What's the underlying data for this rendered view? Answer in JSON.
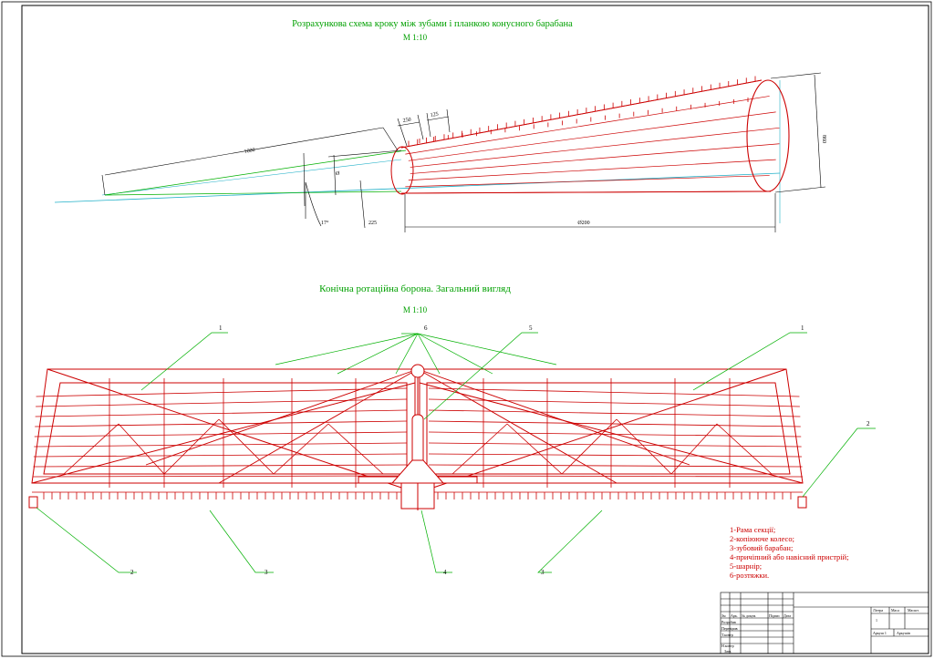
{
  "colors": {
    "frame": "#000000",
    "drawing": "#cc0000",
    "leader": "#00b000",
    "axis": "#20b0c8",
    "dimension": "#000000",
    "title": "#00a000"
  },
  "top_view": {
    "title": "Розрахункова схема кроку між зубами і планкою конусного барабана",
    "scale": "М 1:10",
    "dims": {
      "slant": "1000",
      "step_250": "250",
      "step_125": "125",
      "big_d": "860",
      "small_d": "Ø",
      "length": "Ø200",
      "angle": "17°",
      "offset": "225"
    }
  },
  "bottom_view": {
    "title": "Конічна ротаційна борона. Загальний вигляд",
    "scale": "М 1:10",
    "labels": [
      "1",
      "6",
      "5",
      "1",
      "2",
      "2",
      "3",
      "4",
      "3"
    ]
  },
  "legend": [
    "1-Рама секції;",
    "2-копіююче колесо;",
    "3-зубовий барабан;",
    "4-причіпний або навісний пристрій;",
    "5-шарнір;",
    "6-розтяжки."
  ],
  "title_block": {
    "headers": [
      "Зм",
      "Арк.",
      "№ докум.",
      "Підпис",
      "Дата"
    ],
    "rows": [
      "Розробив",
      "Перевірив",
      "Т.контр",
      "",
      "Н.контр",
      "Затв."
    ],
    "right_headers": [
      "Літера",
      "Маса",
      "Масшт."
    ],
    "sheet_label": "Аркуш 1",
    "sheets_label": "Аркушів",
    "mass_value": "1"
  }
}
